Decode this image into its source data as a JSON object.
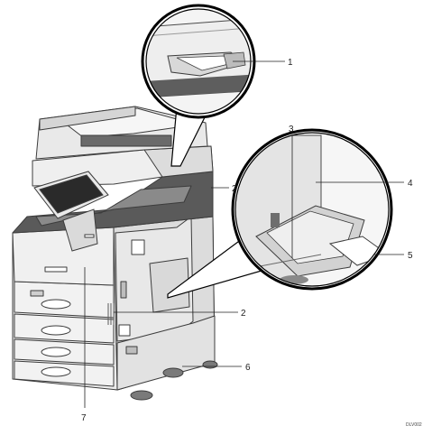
{
  "callouts": [
    "1",
    "2",
    "2",
    "3",
    "4",
    "5",
    "6",
    "7"
  ],
  "image_code": "DLV002",
  "colors": {
    "body_light": "#eeeeee",
    "body_mid": "#d6d6d6",
    "body_dark": "#5a5a5a",
    "outline": "#3c3c3c",
    "screen": "#2a2a2a",
    "leader": "#222222"
  }
}
